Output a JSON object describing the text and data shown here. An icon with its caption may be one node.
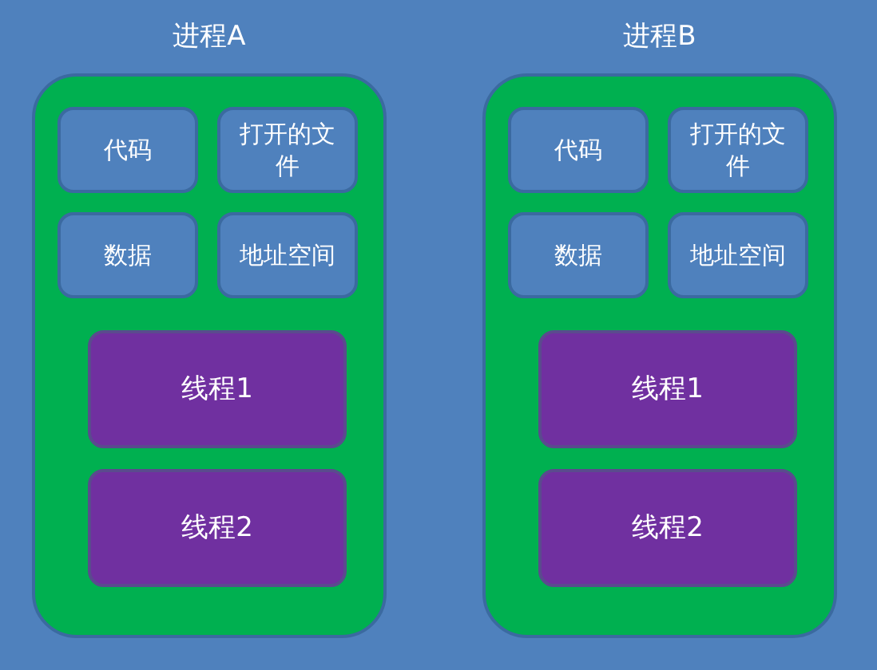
{
  "diagram": {
    "nodes": [
      {
        "text": [
          "进程A"
        ]
      },
      {
        "text": [
          "代码"
        ],
        "in": 0
      },
      {
        "text": [
          "打开的文件"
        ],
        "in": 0
      },
      {
        "text": [
          "数据"
        ],
        "in": 0
      },
      {
        "text": [
          "地址空间"
        ],
        "in": 0
      },
      {
        "text": [
          "线程1"
        ],
        "in": 0
      },
      {
        "text": [
          "线程2"
        ],
        "in": 0
      },
      {
        "text": [
          "进程B"
        ]
      },
      {
        "text": [
          "代码"
        ],
        "in": 7
      },
      {
        "text": [
          "打开的文件"
        ],
        "in": 7
      },
      {
        "text": [
          "数据"
        ],
        "in": 7
      },
      {
        "text": [
          "地址空间"
        ],
        "in": 7
      },
      {
        "text": [
          "线程1"
        ],
        "in": 7
      },
      {
        "text": [
          "线程2"
        ],
        "in": 7
      }
    ]
  }
}
